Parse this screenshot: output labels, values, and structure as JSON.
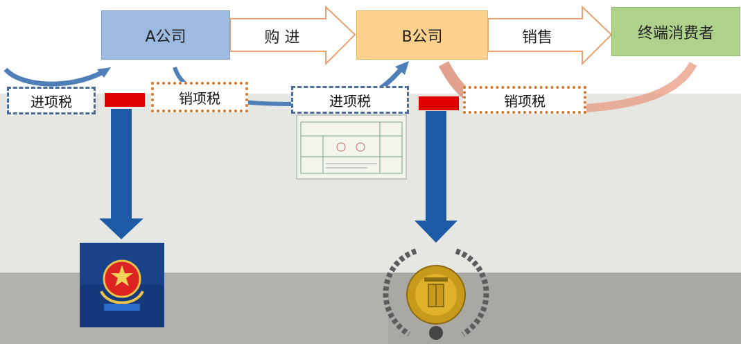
{
  "flow": {
    "company_a": "A公司",
    "company_b": "B公司",
    "consumer": "终端消费者",
    "purchase_label": "购 进",
    "sales_label": "销售"
  },
  "taxes": {
    "a_input": "进项税",
    "a_output": "销项税",
    "b_input": "进项税",
    "b_output": "销项税"
  },
  "colors": {
    "company_a": "#9dbbe0",
    "company_b": "#fbd18d",
    "consumer": "#aed28c",
    "blue_arrow": "#1c5aa6",
    "red_bar": "#e00000",
    "dash_orange": "#d0792c",
    "dash_blue": "#4a6c9a"
  },
  "icons": [
    "tax-bureau-emblem-icon",
    "tax-emblem-wreath-icon",
    "invoice-icon"
  ]
}
